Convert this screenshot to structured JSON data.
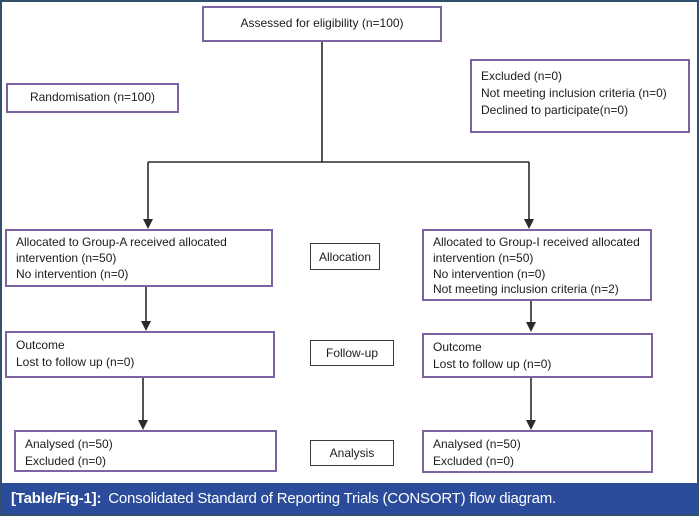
{
  "palette": {
    "frame_border": "#31506e",
    "box_border": "#7d63a2",
    "stage_border": "#3b3b3b",
    "connector": "#2b2b2b",
    "caption_bg": "#2b4b9b",
    "caption_text": "#ffffff"
  },
  "flowchart": {
    "assessed": "Assessed for eligibility (n=100)",
    "randomisation": "Randomisation (n=100)",
    "excluded": [
      "Excluded (n=0)",
      "Not meeting inclusion criteria (n=0)",
      "Declined to participate(n=0)"
    ],
    "allocated_group_a": [
      "Allocated to Group-A received allocated intervention (n=50)",
      "No intervention (n=0)"
    ],
    "allocated_group_i": [
      "Allocated to Group-I received allocated intervention (n=50)",
      "No intervention (n=0)",
      "Not meeting inclusion criteria (n=2)"
    ],
    "outcome_left": [
      "Outcome",
      "Lost to follow up (n=0)"
    ],
    "outcome_right": [
      "Outcome",
      "Lost to follow up (n=0)"
    ],
    "analysed_left": [
      "Analysed (n=50)",
      "Excluded (n=0)"
    ],
    "analysed_right": [
      "Analysed (n=50)",
      "Excluded (n=0)"
    ],
    "stages": {
      "allocation": "Allocation",
      "follow_up": "Follow-up",
      "analysis": "Analysis"
    }
  },
  "caption": {
    "label": "[Table/Fig-1]:",
    "text": "Consolidated Standard of Reporting Trials (CONSORT) flow diagram."
  }
}
